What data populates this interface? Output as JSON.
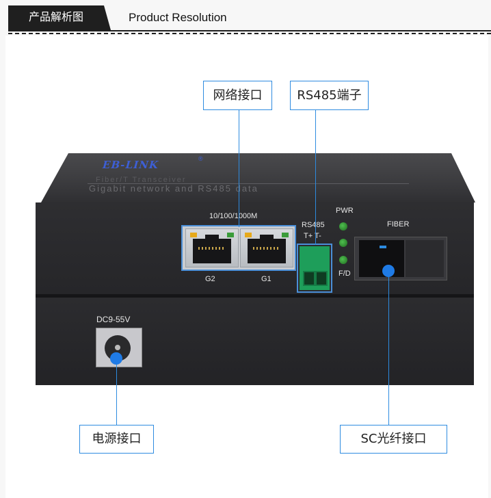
{
  "header": {
    "tab_label": "产品解析图",
    "title": "Product Resolution"
  },
  "callouts": {
    "network_port": "网络接口",
    "rs485_terminal": "RS485端子",
    "power_port": "电源接口",
    "sc_fiber_port": "SC光纤接口"
  },
  "device": {
    "brand": "EB-LINK",
    "brand_mark": "®",
    "top_line1": "Fiber/T Transceiver",
    "top_line2": "Gigabit network and RS485 data",
    "speed_label": "10/100/1000M",
    "port_g2": "G2",
    "port_g1": "G1",
    "rs485_label": "RS485",
    "rs485_pins": "T+ T-",
    "pwr_label": "PWR",
    "fd_label": "F/D",
    "fiber_label": "FIBER",
    "dc_label": "DC9-55V"
  },
  "colors": {
    "accent_blue": "#2d8be0",
    "terminal_green": "#1e9e5a",
    "led_yellow": "#e6a91a",
    "led_green": "#3a9c3a",
    "header_dark": "#1f1f1f"
  }
}
